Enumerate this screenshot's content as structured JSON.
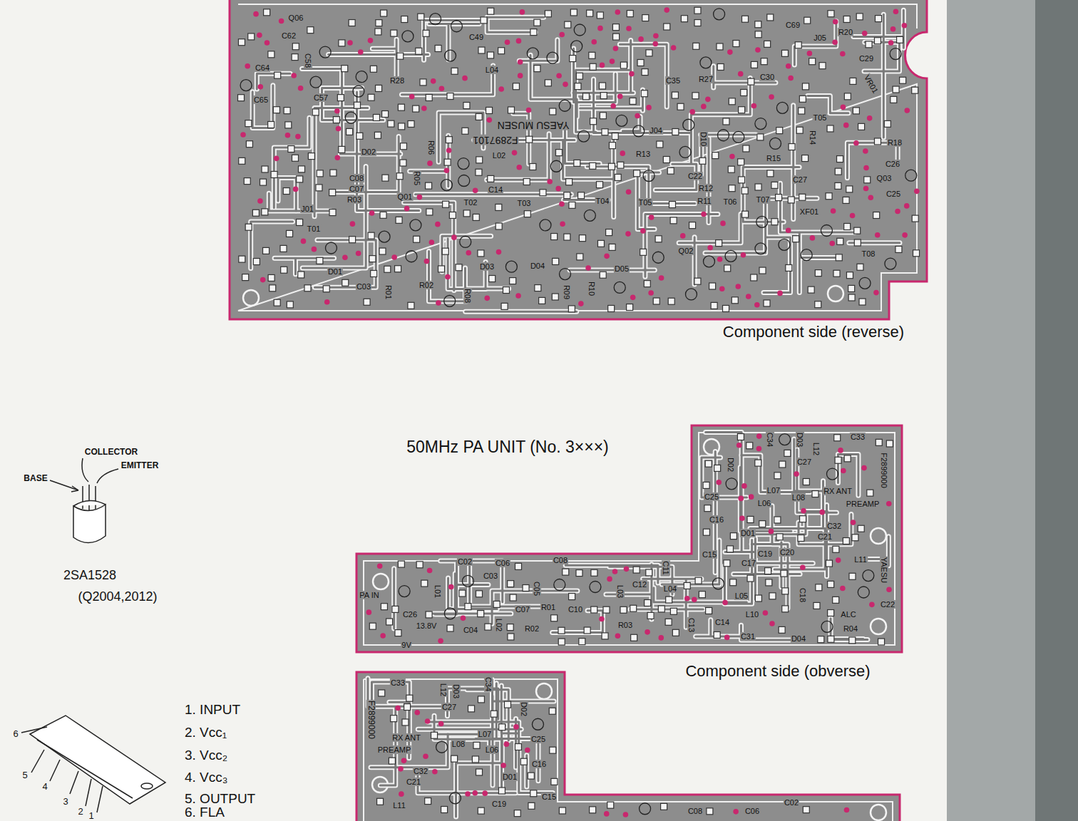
{
  "diagram": {
    "labels": [
      "Q06",
      "C62",
      "C58",
      "C64",
      "C65",
      "C57",
      "C49",
      "R28",
      "L04",
      "C35",
      "R27",
      "C30",
      "C69",
      "J05",
      "R20",
      "C29",
      "VR01",
      "T05",
      "R14",
      "R18",
      "R15",
      "C26",
      "C27",
      "Q03",
      "C25",
      "YAESU MUSEN",
      "F2897101",
      "J04",
      "D10",
      "D02",
      "L02",
      "R13",
      "C22",
      "R12",
      "C08",
      "C07",
      "R03",
      "Q01",
      "R05",
      "R06",
      "J01",
      "T01",
      "T02",
      "C14",
      "T03",
      "T04",
      "T05",
      "R11",
      "T06",
      "T07",
      "XF01",
      "Q02",
      "T08",
      "D01",
      "C03",
      "R01",
      "R02",
      "R08",
      "D03",
      "D04",
      "R09",
      "R10",
      "D05",
      "Component side (reverse)",
      "50MHz PA UNIT (No. 3×××)",
      "C34",
      "D03",
      "C33",
      "L12",
      "C27",
      "D02",
      "L07",
      "L08",
      "L06",
      "RX ANT",
      "PREAMP",
      "C25",
      "C16",
      "D01",
      "C32",
      "C21",
      "C19",
      "C20",
      "L11",
      "C15",
      "C17",
      "F2899000",
      "YAESU",
      "C02",
      "C06",
      "C08",
      "C11",
      "C12",
      "L04",
      "C03",
      "C05",
      "L01",
      "L02",
      "L03",
      "C07",
      "R01",
      "C10",
      "L05",
      "R03",
      "C13",
      "C14",
      "L10",
      "C31",
      "D04",
      "R04",
      "ALC",
      "C22",
      "C18",
      "PA IN",
      "C26",
      "13.8V",
      "9V",
      "C04",
      "R02",
      "Component side (obverse)",
      "F2899000",
      "C33",
      "L12",
      "D03",
      "C34",
      "C27",
      "D02",
      "L07",
      "C25",
      "RX ANT",
      "PREAMP",
      "L08",
      "L06",
      "C16",
      "D01",
      "C32",
      "C21",
      "C15",
      "L11",
      "C19",
      "C08",
      "C06",
      "C02",
      "COLLECTOR",
      "EMITTER",
      "BASE",
      "2SA1528",
      "(Q2004,2012)",
      "1. INPUT",
      "2. Vcc₁",
      "3. Vcc₂",
      "4. Vcc₃",
      "5. OUTPUT",
      "6. FLA",
      "6",
      "5",
      "4",
      "3",
      "2",
      "1"
    ]
  }
}
